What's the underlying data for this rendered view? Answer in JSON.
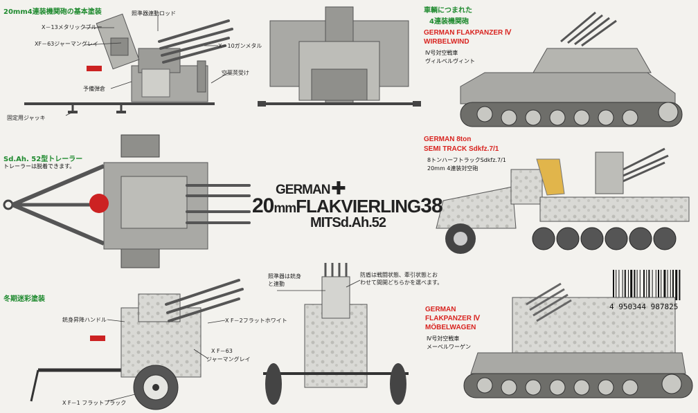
{
  "sections": {
    "paint_basic": "20mm4連装機関砲の基本塗装",
    "trailer": "Sd.Ah. 52型トレーラー",
    "trailer_note": "トレーラーは脱着できます。",
    "winter": "冬期迷彩塗装",
    "on_vehicle": "車輌につまれた",
    "on_vehicle2": "4連装機関砲"
  },
  "callouts": {
    "x13": "X－13メタリックブルー",
    "xf63_top": "XF－63ジャーマングレイ",
    "sight_rod": "照準器連動ロッド",
    "x10": "X－10ガンメタル",
    "spare_mag": "予備弾倉",
    "casing": "空薬莢受け",
    "jack": "固定用ジャッキ",
    "barrel_handle": "銃身昇降ハンドル",
    "xf2": "X F－2フラットホワイト",
    "xf63_a": "X F－63",
    "xf63_b": "ジャーマングレイ",
    "xf1": "X F－1 フラットブラック",
    "sight1": "照準器は銃身",
    "sight2": "と連動",
    "shield1": "防盾は戦闘状態、牽引状態とお",
    "shield2": "わせて間開どちらかを選べます。"
  },
  "title": {
    "line1": "GERMAN",
    "line2a": "20",
    "line2b": "mm",
    "line2c": "FLAKVIERLING",
    "line2d": "38",
    "line3": "MITSd.Ah.52"
  },
  "vehicles": {
    "wirbelwind": {
      "en1": "GERMAN  FLAKPANZER  Ⅳ",
      "en2": "WIRBELWIND",
      "jp1": "Ⅳ号対空戦車",
      "jp2": "ヴィルベルヴィント"
    },
    "halftrack": {
      "en1": "GERMAN  8ton",
      "en2": "SEMI TRACK  Sdkfz.7/1",
      "jp1": "8トンハーフトラックSdkfz.7/1",
      "jp2": "20mm 4連装対空砲"
    },
    "mobelwagen": {
      "en1": "GERMAN",
      "en2": "FLAKPANZER  Ⅳ",
      "en3": "MÖBELWAGEN",
      "jp1": "Ⅳ号対空戦車",
      "jp2": "メーベルワーゲン"
    }
  },
  "barcode": {
    "digits": "4  950344  987825"
  },
  "colors": {
    "green": "#1f8a2f",
    "red": "#d8231f",
    "grey": "#a9a9a5",
    "dark": "#3a3a38",
    "yellow": "#e1b54b"
  }
}
